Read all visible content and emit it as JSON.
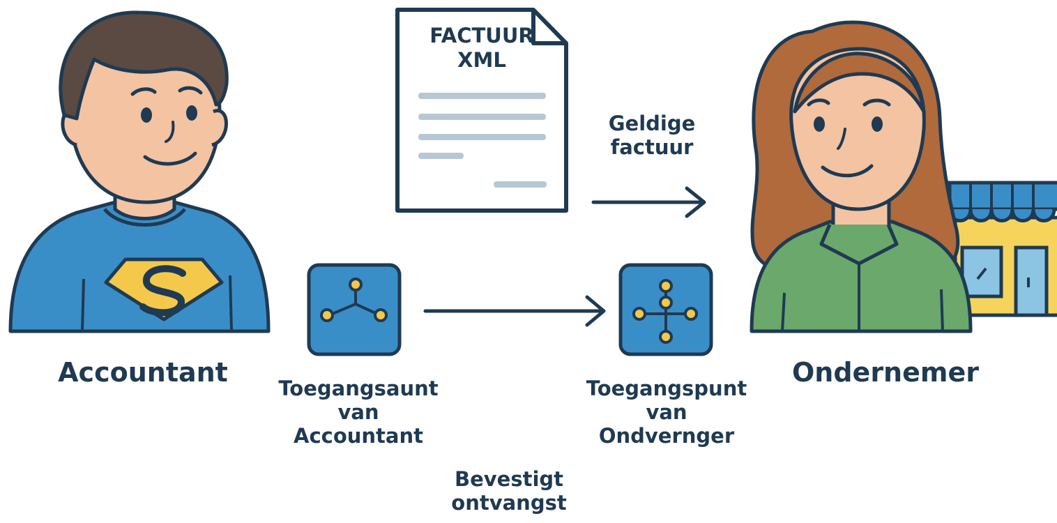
{
  "document": {
    "title_line1": "FACTUUR",
    "title_line2": "XML"
  },
  "actors": {
    "accountant": "Accountant",
    "ondernemer": "Ondernemer"
  },
  "access_points": {
    "sender": {
      "line1": "Toegangsaunt",
      "line2": "van",
      "line3": "Accountant"
    },
    "receiver": {
      "line1": "Toegangspunt",
      "line2": "van",
      "line3": "Ondvernger"
    }
  },
  "flows": {
    "valid_invoice": {
      "line1": "Geldige",
      "line2": "factuur"
    },
    "confirmation": {
      "line1": "Bevestigt",
      "line2": "ontvangst"
    }
  },
  "colors": {
    "ink": "#1f3a52",
    "shirt_blue": "#3a8ec8",
    "emblem_yellow": "#f3c84b",
    "skin": "#f3c3a2",
    "hair_dark": "#5a4a42",
    "hair_auburn": "#b06a3b",
    "shirt_green": "#6aa86b",
    "shop_yellow": "#f6d45c",
    "node_blue": "#3a8ec8",
    "doc_line": "#b7c8d4"
  },
  "icons": [
    "accountant-avatar",
    "superhero-emblem-icon",
    "invoice-document-icon",
    "access-point-node-icon",
    "arrow-right-icon",
    "shop-icon",
    "ondernemer-avatar"
  ]
}
